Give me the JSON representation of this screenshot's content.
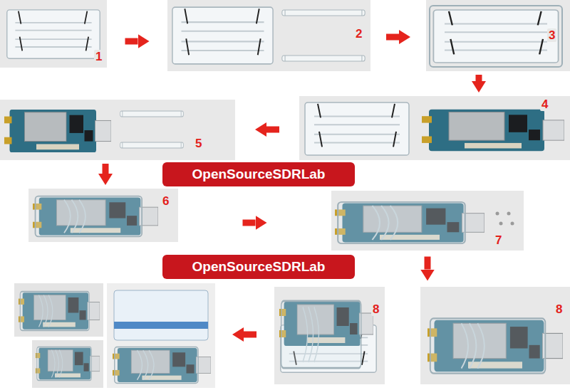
{
  "diagram": {
    "nodes": [
      {
        "text": [
          "1"
        ]
      },
      {
        "text": [
          "2"
        ]
      },
      {
        "text": [
          "3"
        ]
      },
      {
        "text": [
          "4"
        ]
      },
      {
        "text": [
          "5"
        ]
      },
      {
        "text": [
          "OpenSourceSDRLab"
        ]
      },
      {
        "text": [
          "6"
        ]
      },
      {
        "text": [
          "7"
        ]
      },
      {
        "text": [
          "OpenSourceSDRLab"
        ]
      },
      {
        "text": [
          "8"
        ]
      },
      {
        "text": [
          "8"
        ]
      }
    ],
    "edges": [
      {
        "from": 0,
        "to": 1,
        "arrow": "to"
      },
      {
        "from": 1,
        "to": 2,
        "arrow": "to"
      },
      {
        "from": 2,
        "to": 3,
        "arrow": "to"
      },
      {
        "from": 3,
        "to": 4,
        "arrow": "to"
      },
      {
        "from": 4,
        "to": 6,
        "arrow": "to"
      },
      {
        "from": 6,
        "to": 7,
        "arrow": "to"
      },
      {
        "from": 7,
        "to": 10,
        "arrow": "to"
      }
    ]
  }
}
